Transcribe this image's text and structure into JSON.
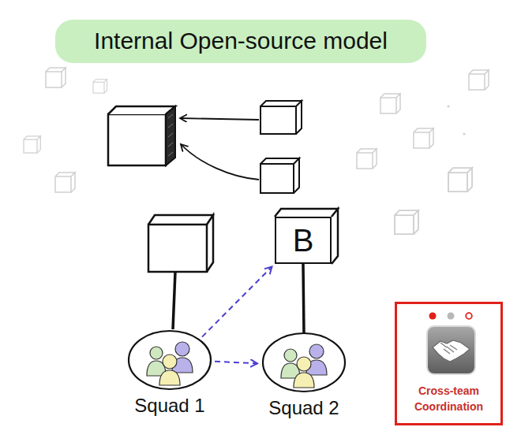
{
  "diagram": {
    "title": "Internal Open-source model",
    "nodes": [
      {
        "text": [
          "B"
        ]
      },
      {
        "text": [
          "Squad 1"
        ]
      },
      {
        "text": [
          "Squad 2"
        ]
      },
      {
        "text": [
          "Cross-team Coordination"
        ]
      }
    ],
    "edges": [
      {
        "from": 1,
        "to": 0,
        "arrow": "to"
      },
      {
        "from": 1,
        "to": 2,
        "arrow": "to"
      },
      {
        "from": 2,
        "to": 0,
        "arrow": "none"
      }
    ]
  }
}
